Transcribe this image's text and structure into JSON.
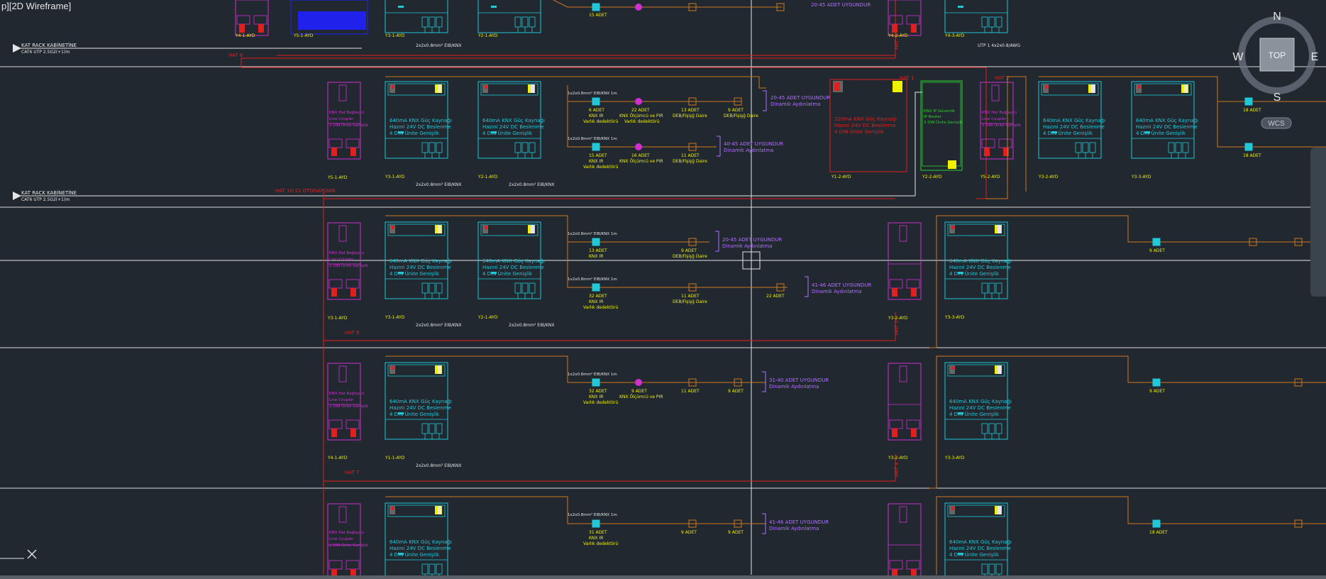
{
  "viewport": {
    "label": "p][2D Wireframe]"
  },
  "viewcube": {
    "north": "N",
    "south": "S",
    "east": "E",
    "west": "W",
    "face": "TOP",
    "ucs": "WCS"
  },
  "colors": {
    "background": "#212830",
    "magenta": "#d030d0",
    "cyan": "#20c8d8",
    "orange": "#d07820",
    "red": "#e02020",
    "yellow": "#f0f000",
    "white": "#e6e6e6",
    "green": "#30d030",
    "blue": "#2020ff",
    "lilac": "#b070ff"
  },
  "texts": {
    "rack1": "KAT RACK KABİNETİNE",
    "rack1sub": "CAT6 UTP 2.5G2(+1)m",
    "rack2": "KAT RACK KABİNETİNE",
    "rack2sub": "CAT6 UTP 2.5G2(+1)m",
    "hat6": "HAT 6",
    "hat_otogar": "HAT 10-11 OTOGARDAN",
    "hat8": "HAT 8",
    "hat7": "HAT 7",
    "hat_r1": "HAT 1",
    "hat_r2": "HAT 2",
    "hat_r3": "HAT 3",
    "hat_r4": "HAT 4",
    "hat_r5": "HAT 5",
    "psu": "640mA KNX Güç Kaynağı",
    "psu2": "Hazıni 24V DC Beslenme",
    "psu3": "4 DIN Ünite Genişlik",
    "coupler1": "KNX Hat Bağlayıcı",
    "coupler2": "Line Coupler",
    "coupler3": "2 DIN Ünite Genişlik",
    "redpsu1": "320mA KNX Güç Kaynağı",
    "redpsu2": "Hazıni 24V DC Beslenme",
    "redpsu3": "4 DIN Ünite Genişlik",
    "green1": "KNX IP Güvenlik",
    "green2": "IP Router",
    "green3": "2 DIN Ünite Genişlik",
    "bus1": "2x2x0.8mm² EIB/KNX",
    "bus2": "UTP 1 4x2x0.8/AWG",
    "row1": "15 ADET",
    "row1b": "KNX IR",
    "row1c": "Varlık dedektörü",
    "cnt1": "6 ADET",
    "cnt2": "22 ADET",
    "cnt3": "13 ADET",
    "cnt4": "15 ADET",
    "cnt5": "16 ADET",
    "cnt6": "11 ADET",
    "cnt7": "32 ADET",
    "cnt8": "9 ADET",
    "cnt9": "31 ADET",
    "cnt10": "18 ADET",
    "ir": "KNX IR",
    "var": "Varlık dedektörü",
    "mult": "KNX Ölçümcü ve PIR",
    "mult2": "Varlık dedektörü",
    "ger": "DEB/Fişişğ Daire",
    "gr1": "20-45 ADET UYGUNDUR",
    "gr1b": "Dinamik Aydınlatma",
    "gr2": "40-45 ADET UYGUNDUR",
    "gr3": "41-46 ADET UYGUNDUR",
    "gr4": "31-40 ADET UYGUNDUR",
    "lbl1": "Y4-1-AYD",
    "lbl2": "Y5-1-AYD",
    "lbl3": "Y3-1-AYD",
    "lbl4": "Y2-1-AYD",
    "lbl5": "Y1-1-AYD",
    "lbl6": "Y2-2-AYD",
    "lbl7": "Y3-2-AYD",
    "lbl8": "Y5-2-AYD",
    "lbl9": "Y4-2-AYD",
    "lbl10": "Y3-3-AYD",
    "lbl11": "Y4-3-AYD",
    "lbl12": "Y1-2-AYD",
    "small1": "1x2x0.8mm² EIB/KNX 1m",
    "small2": "1x2x0.8mm² EIB/KNX 1m"
  }
}
